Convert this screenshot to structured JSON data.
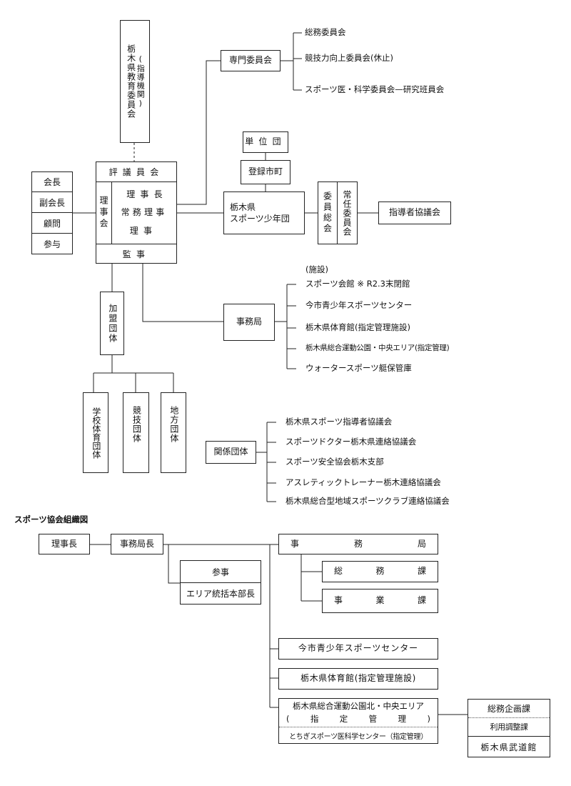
{
  "top_chart": {
    "board_of_education": {
      "name": "栃木県教育委員会",
      "note": "(指導機関)"
    },
    "left_roles": [
      "会長",
      "副会長",
      "顧問",
      "参与"
    ],
    "council": "評議員会",
    "board_label": "理事会",
    "board_roles": [
      "理事長",
      "常務理事",
      "理事"
    ],
    "auditor": "監事",
    "expert_committee": "専門委員会",
    "committees": [
      "総務委員会",
      "競技力向上委員会(休止)",
      "スポーツ医・科学委員会—研究班員会"
    ],
    "unit_group": "単位団",
    "registered_city": "登録市町",
    "youth_sports": "栃木県\nスポーツ少年団",
    "general_committee": "委員総会",
    "standing_committee": "常任委員会",
    "leaders_council": "指導者協議会",
    "secretariat": "事務局",
    "facilities_label": "(施設)",
    "facilities": [
      "スポーツ会館 ※ R2.3末閉館",
      "今市青少年スポーツセンター",
      "栃木県体育館(指定管理施設)",
      "栃木県総合運動公園・中央エリア(指定管理)",
      "ウォータースポーツ艇保管庫"
    ],
    "member_orgs": "加盟団体",
    "member_types": [
      "学校体育団体",
      "競技団体",
      "地方団体"
    ],
    "related_orgs": "関係団体",
    "related_list": [
      "栃木県スポーツ指導者協議会",
      "スポーツドクター栃木県連絡協議会",
      "スポーツ安全協会栃木支部",
      "アスレティックトレーナー栃木連絡協議会",
      "栃木県総合型地域スポーツクラブ連絡協議会"
    ]
  },
  "bottom_chart": {
    "title": "スポーツ協会組織図",
    "chairman": "理事長",
    "secretary_general": "事務局長",
    "councilor": "参事",
    "area_director": "エリア統括本部長",
    "secretariat_chars": [
      "事",
      "務",
      "局"
    ],
    "general_affairs_chars": [
      "総",
      "務",
      "課"
    ],
    "business_chars": [
      "事",
      "業",
      "課"
    ],
    "imaichi_center": "今市青少年スポーツセンター",
    "gymnasium": "栃木県体育館(指定管理施設)",
    "park_line1": "栃木県総合運動公園北・中央エリア",
    "park_line2_chars": [
      "(",
      "指",
      "定",
      "管",
      "理",
      ")"
    ],
    "medical_center": "とちぎスポーツ医科学センター（指定管理）",
    "planning_section": "総務企画課",
    "coordination_section": "利用調整課",
    "budokan": "栃木県武道館"
  }
}
